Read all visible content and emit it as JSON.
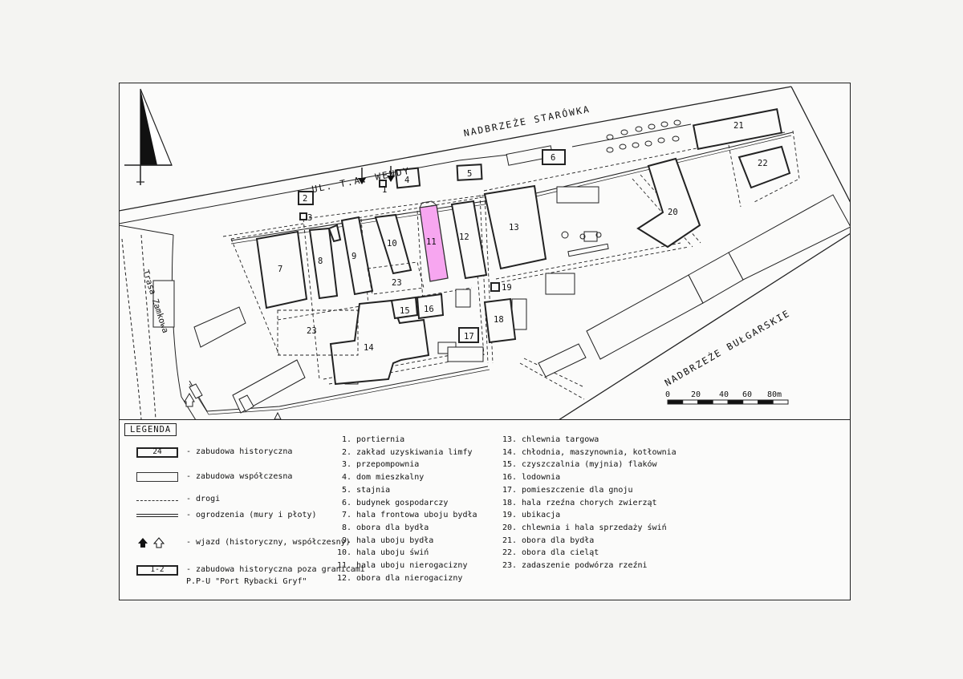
{
  "map": {
    "streets": {
      "north_embankment": "NADBRZEŻE STARÓWKA",
      "wendy_street": "UL. T.A. WENDY",
      "south_embankment": "NADBRZEŻE BUŁGARSKIE",
      "west_route": "Trasa Zamkowa"
    },
    "scale": {
      "labels": [
        "0",
        "20",
        "40",
        "60",
        "80m"
      ]
    },
    "highlight_color": "#f7a6f0",
    "building_numbers": [
      "1",
      "2",
      "3",
      "4",
      "5",
      "6",
      "7",
      "8",
      "9",
      "10",
      "11",
      "12",
      "13",
      "14",
      "15",
      "16",
      "17",
      "18",
      "19",
      "20",
      "21",
      "22",
      "23",
      "23"
    ]
  },
  "legend": {
    "title": "LEGENDA",
    "keys": [
      {
        "symbol": "24",
        "label": "- zabudowa historyczna"
      },
      {
        "symbol": "",
        "label": "- zabudowa współczesna"
      },
      {
        "symbol": "",
        "label": "- drogi"
      },
      {
        "symbol": "",
        "label": "- ogrodzenia (mury i płoty)"
      },
      {
        "symbol": "",
        "label": "- wjazd (historyczny, współczesny)"
      },
      {
        "symbol": "1-2",
        "label": "- zabudowa historyczna poza granicami"
      },
      {
        "symbol": "",
        "label": "P.P-U \"Port Rybacki Gryf\""
      }
    ],
    "items": [
      {
        "num": "1.",
        "name": "portiernia"
      },
      {
        "num": "2.",
        "name": "zakład uzyskiwania limfy"
      },
      {
        "num": "3.",
        "name": "przepompownia"
      },
      {
        "num": "4.",
        "name": "dom mieszkalny"
      },
      {
        "num": "5.",
        "name": "stajnia"
      },
      {
        "num": "6.",
        "name": "budynek gospodarczy"
      },
      {
        "num": "7.",
        "name": "hala frontowa uboju bydła"
      },
      {
        "num": "8.",
        "name": "obora dla bydła"
      },
      {
        "num": "9.",
        "name": "hala uboju bydła"
      },
      {
        "num": "10.",
        "name": "hala uboju świń"
      },
      {
        "num": "11.",
        "name": "hala uboju nierogacizny"
      },
      {
        "num": "12.",
        "name": "obora dla nierogacizny"
      },
      {
        "num": "13.",
        "name": "chlewnia targowa"
      },
      {
        "num": "14.",
        "name": "chłodnia, maszynownia, kotłownia"
      },
      {
        "num": "15.",
        "name": "czyszczalnia (myjnia) flaków"
      },
      {
        "num": "16.",
        "name": "lodownia"
      },
      {
        "num": "17.",
        "name": "pomieszczenie dla gnoju"
      },
      {
        "num": "18.",
        "name": "hala rzeźna chorych zwierząt"
      },
      {
        "num": "19.",
        "name": "ubikacja"
      },
      {
        "num": "20.",
        "name": "chlewnia i hala sprzedaży świń"
      },
      {
        "num": "21.",
        "name": "obora dla bydła"
      },
      {
        "num": "22.",
        "name": "obora dla cieląt"
      },
      {
        "num": "23.",
        "name": "zadaszenie podwórza rzeźni"
      }
    ]
  }
}
